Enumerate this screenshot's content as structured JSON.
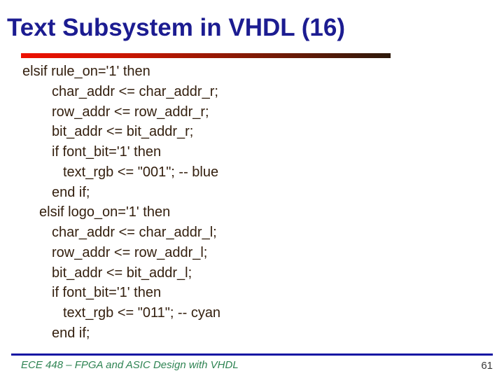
{
  "title": {
    "text": "Text Subsystem in VHDL (16)",
    "color": "#1c1c91"
  },
  "divider": {
    "gradient_start": "#ee1000",
    "gradient_end": "#2d190b"
  },
  "code": {
    "color": "#34200f",
    "lines": [
      {
        "indent": 0,
        "text": "elsif rule_on='1' then"
      },
      {
        "indent": 2,
        "text": "char_addr <= char_addr_r;"
      },
      {
        "indent": 2,
        "text": "row_addr <= row_addr_r;"
      },
      {
        "indent": 2,
        "text": "bit_addr <= bit_addr_r;"
      },
      {
        "indent": 2,
        "text": "if font_bit='1' then"
      },
      {
        "indent": 3,
        "text": "text_rgb <= \"001\"; -- blue"
      },
      {
        "indent": 2,
        "text": "end if;"
      },
      {
        "indent": 1,
        "text": "elsif logo_on='1' then"
      },
      {
        "indent": 2,
        "text": "char_addr <= char_addr_l;"
      },
      {
        "indent": 2,
        "text": "row_addr <= row_addr_l;"
      },
      {
        "indent": 2,
        "text": "bit_addr <= bit_addr_l;"
      },
      {
        "indent": 2,
        "text": "if font_bit='1' then"
      },
      {
        "indent": 3,
        "text": "text_rgb <= \"011\"; -- cyan"
      },
      {
        "indent": 2,
        "text": "end if;"
      }
    ]
  },
  "footer": {
    "rule_color": "#1515a3",
    "course": "ECE 448 – FPGA and ASIC Design with VHDL",
    "course_color": "#2f8453",
    "page_number": "61",
    "page_number_color": "#3a3a3a"
  }
}
